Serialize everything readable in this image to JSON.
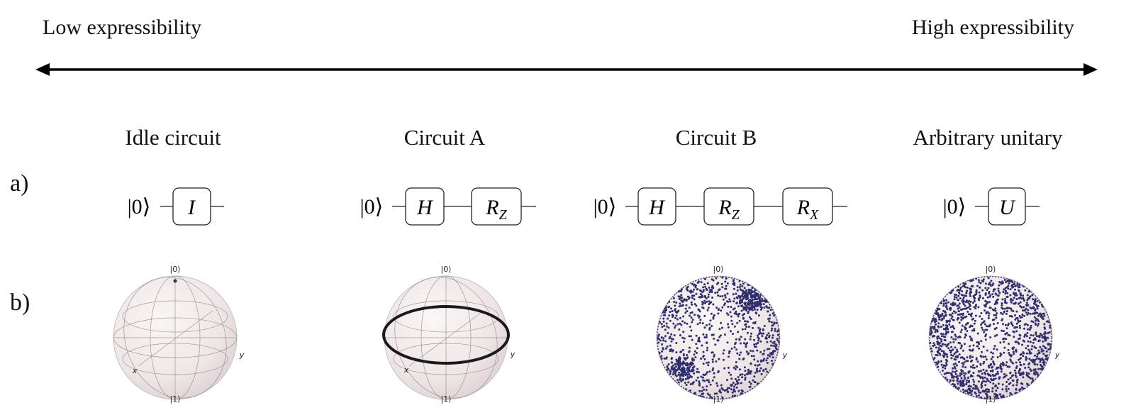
{
  "axis": {
    "low_label": "Low expressibility",
    "high_label": "High expressibility"
  },
  "row_labels": [
    "a)",
    "b)"
  ],
  "columns": [
    {
      "title": "Idle circuit",
      "input": "|0⟩",
      "gates": [
        {
          "name": "I",
          "sub": ""
        }
      ],
      "bloch": {
        "ket0": "|0⟩",
        "ket1": "|1⟩",
        "x": "x",
        "y": "y",
        "coverage": "single point"
      }
    },
    {
      "title": "Circuit A",
      "input": "|0⟩",
      "gates": [
        {
          "name": "H",
          "sub": ""
        },
        {
          "name": "R",
          "sub": "Z"
        }
      ],
      "bloch": {
        "ket0": "|0⟩",
        "ket1": "|1⟩",
        "x": "x",
        "y": "y",
        "coverage": "equator ring"
      }
    },
    {
      "title": "Circuit B",
      "input": "|0⟩",
      "gates": [
        {
          "name": "H",
          "sub": ""
        },
        {
          "name": "R",
          "sub": "Z"
        },
        {
          "name": "R",
          "sub": "X"
        }
      ],
      "bloch": {
        "ket0": "|0⟩",
        "ket1": "|1⟩",
        "x": "",
        "y": "y",
        "coverage": "non-uniform sphere"
      }
    },
    {
      "title": "Arbitrary unitary",
      "input": "|0⟩",
      "gates": [
        {
          "name": "U",
          "sub": ""
        }
      ],
      "bloch": {
        "ket0": "|0⟩",
        "ket1": "|1⟩",
        "x": "",
        "y": "y",
        "coverage": "uniform sphere"
      }
    }
  ],
  "colors": {
    "sphere": "#efe7e8",
    "wire": "#222222",
    "ring": "#1a1a1a",
    "points": "#2f2f6e"
  }
}
